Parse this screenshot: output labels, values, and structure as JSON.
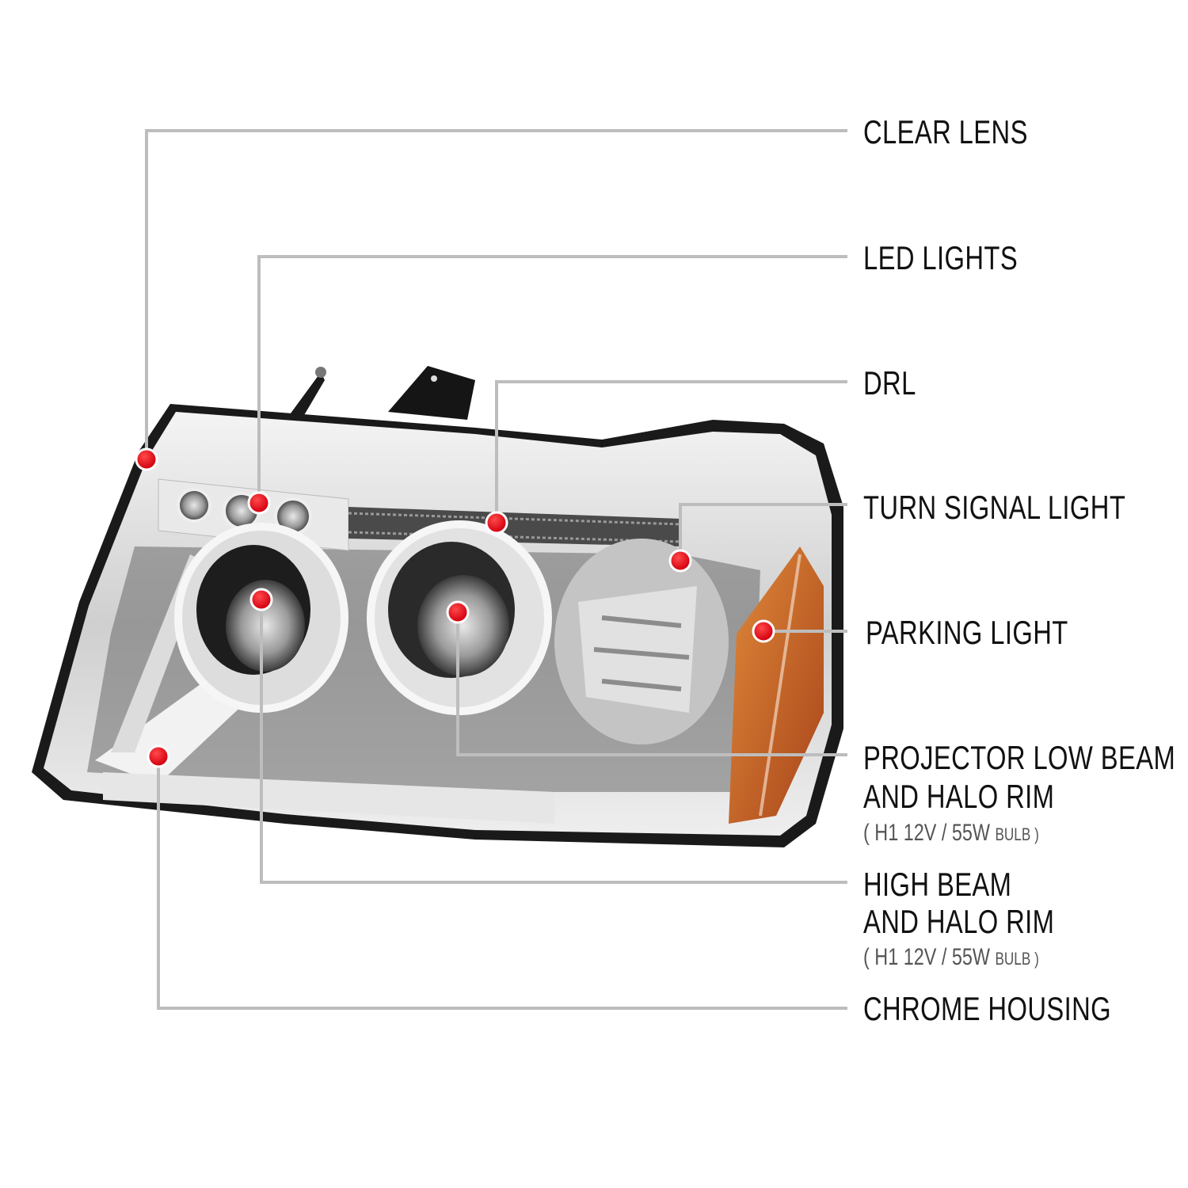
{
  "diagram": {
    "subject": "Chrome projector headlight with halo rims",
    "accent_dot_color": "#e8141c",
    "leader_line_color": "#bdbdbd",
    "parking_lens_color": "#c8621a",
    "callouts": [
      {
        "id": "clear-lens",
        "label": "CLEAR LENS"
      },
      {
        "id": "led-lights",
        "label": "LED LIGHTS"
      },
      {
        "id": "drl",
        "label": "DRL"
      },
      {
        "id": "turn-signal",
        "label": "TURN SIGNAL LIGHT"
      },
      {
        "id": "parking-light",
        "label": "PARKING LIGHT"
      },
      {
        "id": "projector-low-beam",
        "label_line1": "PROJECTOR LOW BEAM",
        "label_line2": "AND HALO RIM",
        "spec_main": "( H1  12V / 55W",
        "spec_small": "BULB )"
      },
      {
        "id": "high-beam",
        "label_line1": "HIGH BEAM",
        "label_line2": "AND HALO RIM",
        "spec_main": "( H1  12V / 55W",
        "spec_small": "BULB )"
      },
      {
        "id": "chrome-housing",
        "label": "CHROME HOUSING"
      }
    ]
  }
}
